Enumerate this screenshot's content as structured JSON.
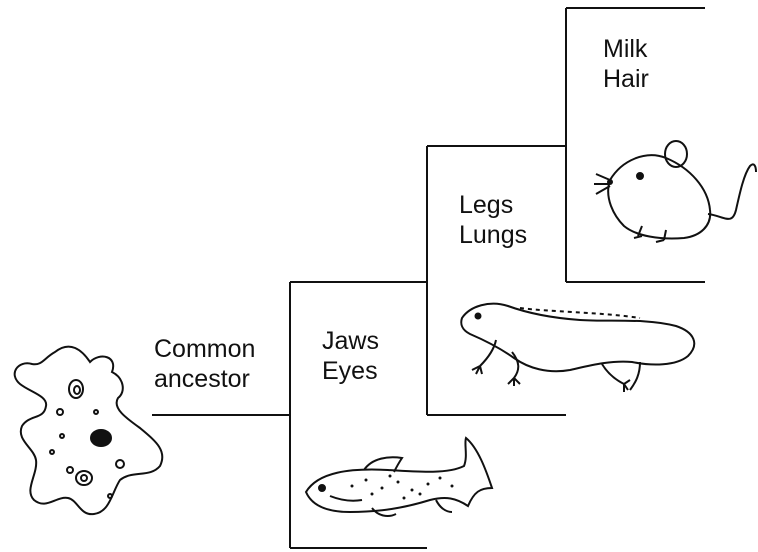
{
  "diagram": {
    "common_ancestor": {
      "line1": "Common",
      "line2": "ancestor"
    },
    "traits_1": {
      "line1": "Jaws",
      "line2": "Eyes"
    },
    "traits_2": {
      "line1": "Legs",
      "line2": "Lungs"
    },
    "traits_3": {
      "line1": "Milk",
      "line2": "Hair"
    }
  },
  "colors": {
    "stroke": "#111111",
    "background": "#ffffff"
  },
  "icons": [
    "amoeba-icon",
    "fish-icon",
    "lizard-icon",
    "mouse-icon"
  ]
}
